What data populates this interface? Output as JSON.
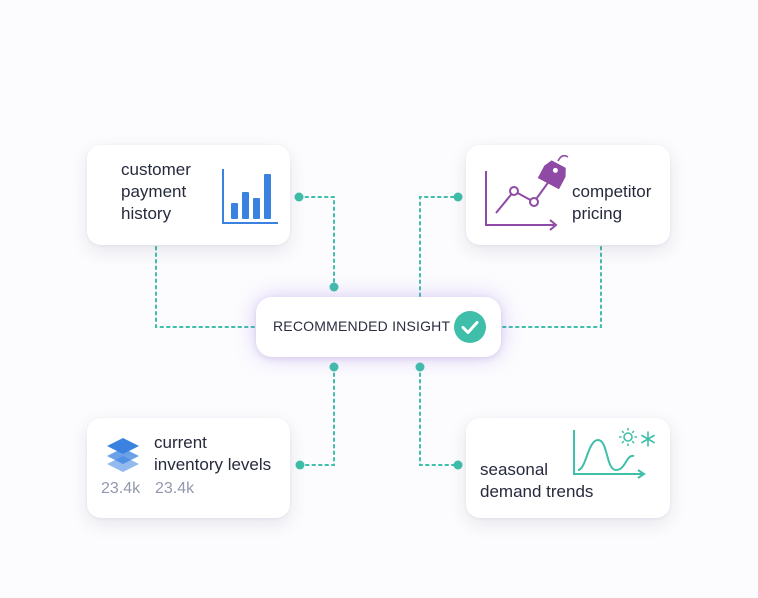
{
  "hub": {
    "label": "RECOMMENDED INSIGHT",
    "icon": "checkmark-circle-icon",
    "accent": "#3fbfa9"
  },
  "inputs": [
    {
      "label": "customer\npayment\nhistory",
      "icon": "bar-chart-icon",
      "color": "#3b82e0"
    },
    {
      "label": "competitor\npricing",
      "icon": "price-tag-line-chart-icon",
      "color": "#8e4aa5"
    },
    {
      "label": "current\ninventory levels",
      "icon": "stacked-layers-icon",
      "color": "#3b82e0",
      "values": [
        "23.4k",
        "23.4k"
      ]
    },
    {
      "label": "seasonal\ndemand trends",
      "icon": "wave-sun-snowflake-icon",
      "color": "#3fbfa9"
    }
  ],
  "connector_color": "#3fbfa9"
}
